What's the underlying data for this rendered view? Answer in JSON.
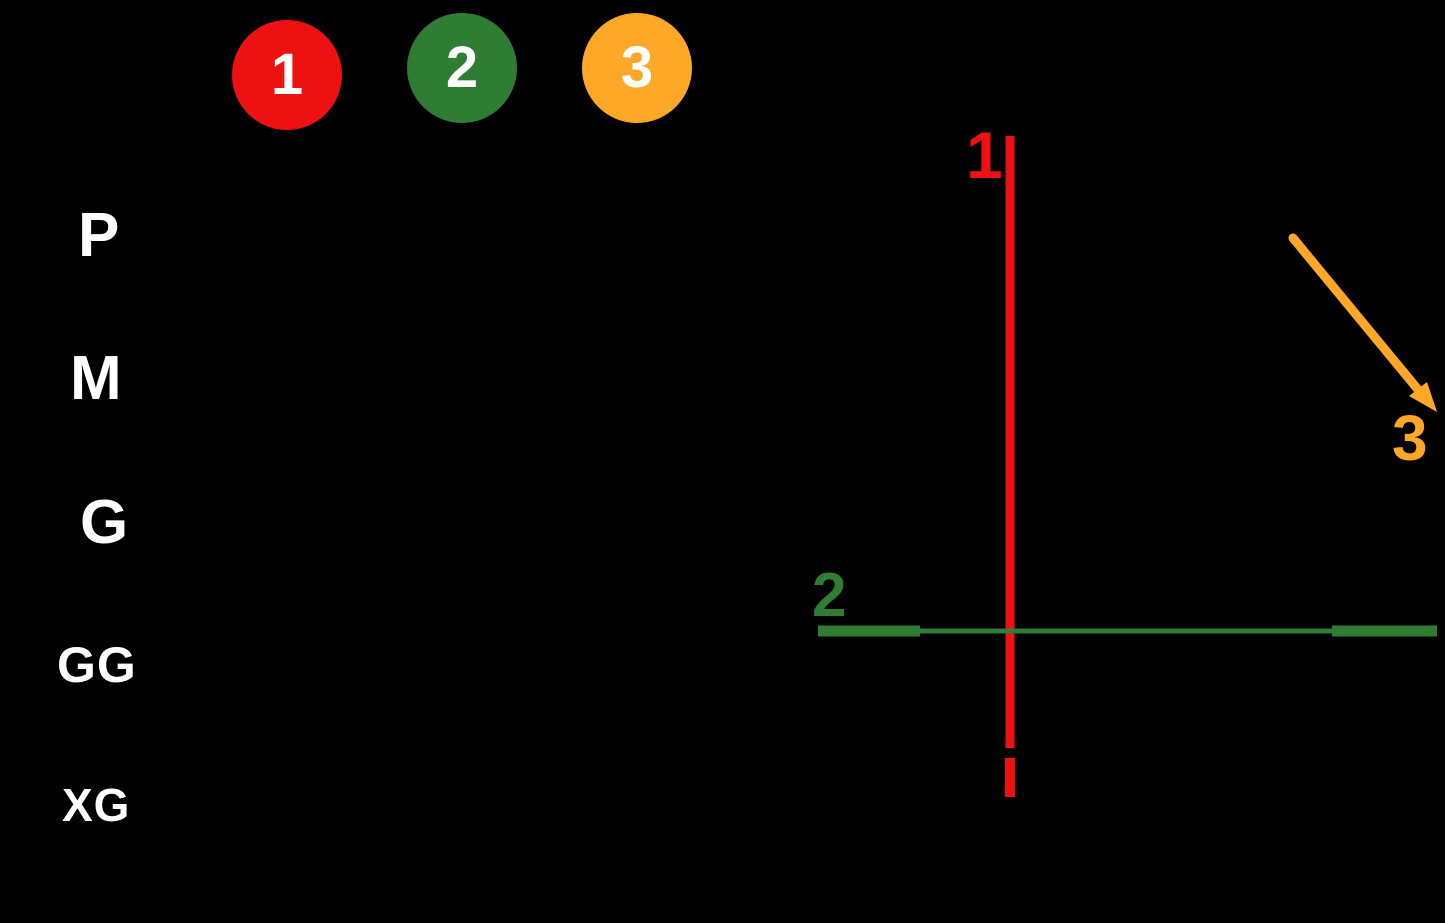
{
  "background": "#000000",
  "colors": {
    "red": "#ee1111",
    "green": "#2e7d32",
    "orange": "#ffa726",
    "text": "#ffffff"
  },
  "legend": {
    "items": [
      {
        "label": "1",
        "color": "#ee1111"
      },
      {
        "label": "2",
        "color": "#2e7d32"
      },
      {
        "label": "3",
        "color": "#ffa726"
      }
    ]
  },
  "size_labels": [
    "P",
    "M",
    "G",
    "GG",
    "XG"
  ],
  "lines": [
    {
      "label": "1",
      "color": "#ee1111",
      "orientation": "vertical",
      "arrow": false
    },
    {
      "label": "2",
      "color": "#2e7d32",
      "orientation": "horizontal",
      "arrow": false
    },
    {
      "label": "3",
      "color": "#ffa726",
      "orientation": "diagonal",
      "arrow": true
    }
  ]
}
